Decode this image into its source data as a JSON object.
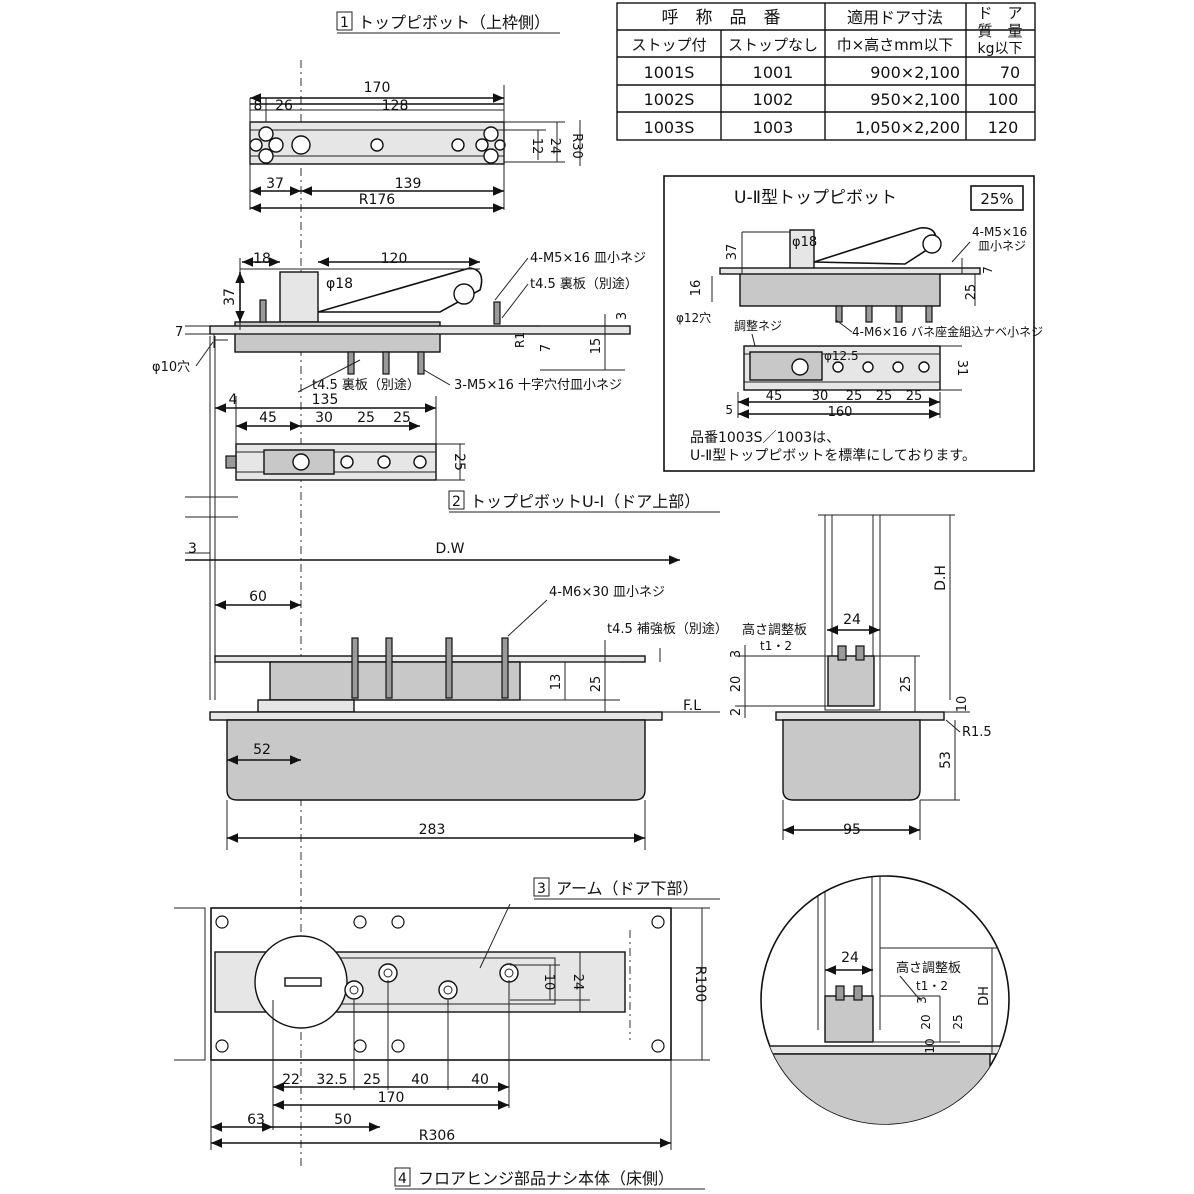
{
  "sections": {
    "s1": {
      "num": "1",
      "title": "トップピボット（上枠側）"
    },
    "s2": {
      "num": "2",
      "title": "トップピボットU-Ⅰ（ドア上部）"
    },
    "s3": {
      "num": "3",
      "title": "アーム（ドア下部）"
    },
    "s4": {
      "num": "4",
      "title": "フロアヒンジ部品ナシ本体（床側）"
    }
  },
  "spec_table": {
    "head_model": "呼　称　品　番",
    "head_size": "適用ドア寸法",
    "head_weight_1": "ド　ア",
    "head_weight_2": "質　量",
    "sub_stop": "ストップ付",
    "sub_nostop": "ストップなし",
    "sub_size": "巾×高さmm以下",
    "sub_weight": "kg以下",
    "rows": [
      {
        "stop": "1001S",
        "nostop": "1001",
        "size": "900×2,100",
        "weight": "70"
      },
      {
        "stop": "1002S",
        "nostop": "1002",
        "size": "950×2,100",
        "weight": "100"
      },
      {
        "stop": "1003S",
        "nostop": "1003",
        "size": "1,050×2,200",
        "weight": "120"
      }
    ]
  },
  "inset": {
    "title": "U-Ⅱ型トップピボット",
    "scale": "25%",
    "labels": {
      "d37": "37",
      "phi18": "φ18",
      "screw_top": "4-M5×16",
      "screw_top_2": "皿小ネジ",
      "d7": "7",
      "d16": "16",
      "d25": "25",
      "d12hole": "φ12穴",
      "adjust": "調整ネジ",
      "screw_bottom": "4-M6×16 バネ座金組込ナベ小ネジ",
      "phi125": "φ12.5",
      "d31": "31",
      "d5": "5",
      "d45": "45",
      "d30": "30",
      "d25a": "25",
      "d25b": "25",
      "d25c": "25",
      "d160": "160"
    },
    "note_1": "品番1003S／1003は、",
    "note_2": "U-Ⅱ型トップピボットを標準にしております。"
  },
  "top_plan": {
    "d170": "170",
    "d8": "8",
    "d26": "26",
    "d128": "128",
    "d12": "12",
    "d24": "24",
    "r30": "R30",
    "d37": "37",
    "d139": "139",
    "r176": "R176"
  },
  "pivot_side": {
    "d18": "18",
    "d120": "120",
    "phi18": "φ18",
    "d37": "37",
    "screw_a": "4-M5×16 皿小ネジ",
    "plate_a": "t4.5 裏板（別途）",
    "d7": "7",
    "phi10": "φ10穴",
    "r1": "R1",
    "d7b": "7",
    "d3": "3",
    "d15": "15",
    "plate_b": "t4.5 裏板（別途）",
    "screw_b": "3-M5×16 十字穴付皿小ネジ"
  },
  "pivot_plan": {
    "d135": "135",
    "d4": "4",
    "d45": "45",
    "d30": "30",
    "d25a": "25",
    "d25b": "25",
    "d25c": "25"
  },
  "body_side": {
    "d3": "3",
    "dw": "D.W",
    "d60": "60",
    "screw": "4-M6×30 皿小ネジ",
    "plate": "t4.5 補強板（別途）",
    "d13": "13",
    "d25": "25",
    "fl": "F.L",
    "d52": "52",
    "d283": "283"
  },
  "body_end": {
    "dh": "D.H",
    "d24": "24",
    "adjust": "高さ調整板",
    "adjust_t": "t1・2",
    "d3": "3",
    "d20": "20",
    "d2": "2",
    "d25": "25",
    "d10": "10",
    "r15": "R1.5",
    "d53": "53",
    "d95": "95"
  },
  "floor_plan": {
    "d10": "10",
    "d24": "24",
    "r100": "R100",
    "d22": "22",
    "d325": "32.5",
    "d25": "25",
    "d40a": "40",
    "d40b": "40",
    "d170": "170",
    "d63": "63",
    "d50": "50",
    "r306": "R306"
  },
  "detail_circle": {
    "d24": "24",
    "adjust": "高さ調整板",
    "adjust_t": "t1・2",
    "d3": "3",
    "d20": "20",
    "d25": "25",
    "d10": "10",
    "dh": "DH"
  }
}
